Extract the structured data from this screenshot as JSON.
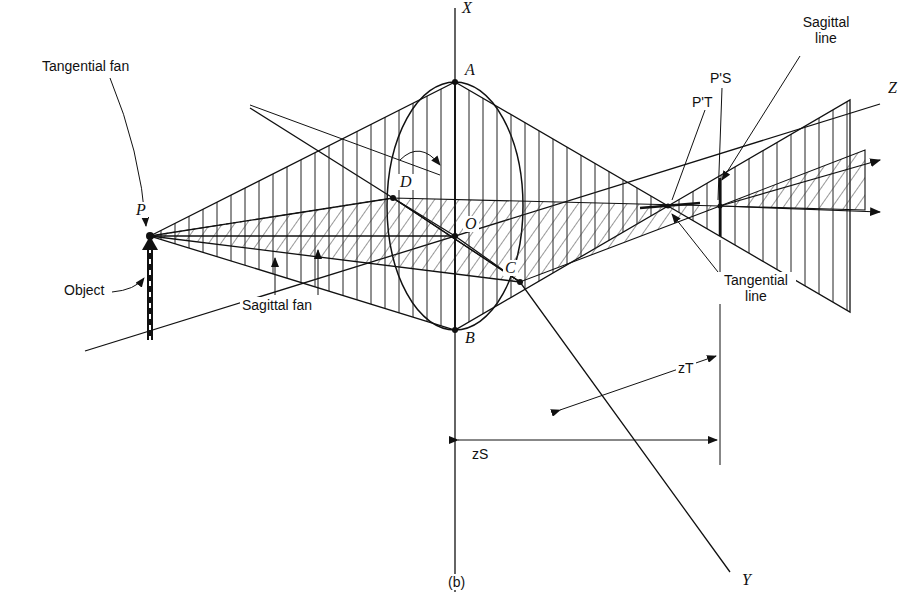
{
  "diagram": {
    "caption": "(b)",
    "labels": [
      "X",
      "Tangential fan",
      "A",
      "D",
      "Sagittal line",
      "P'S",
      "P'T",
      "Z",
      "P",
      "O",
      "Object",
      "C",
      "Tangential line",
      "zT",
      "Sagittal fan",
      "B",
      "Y",
      "zS"
    ]
  }
}
